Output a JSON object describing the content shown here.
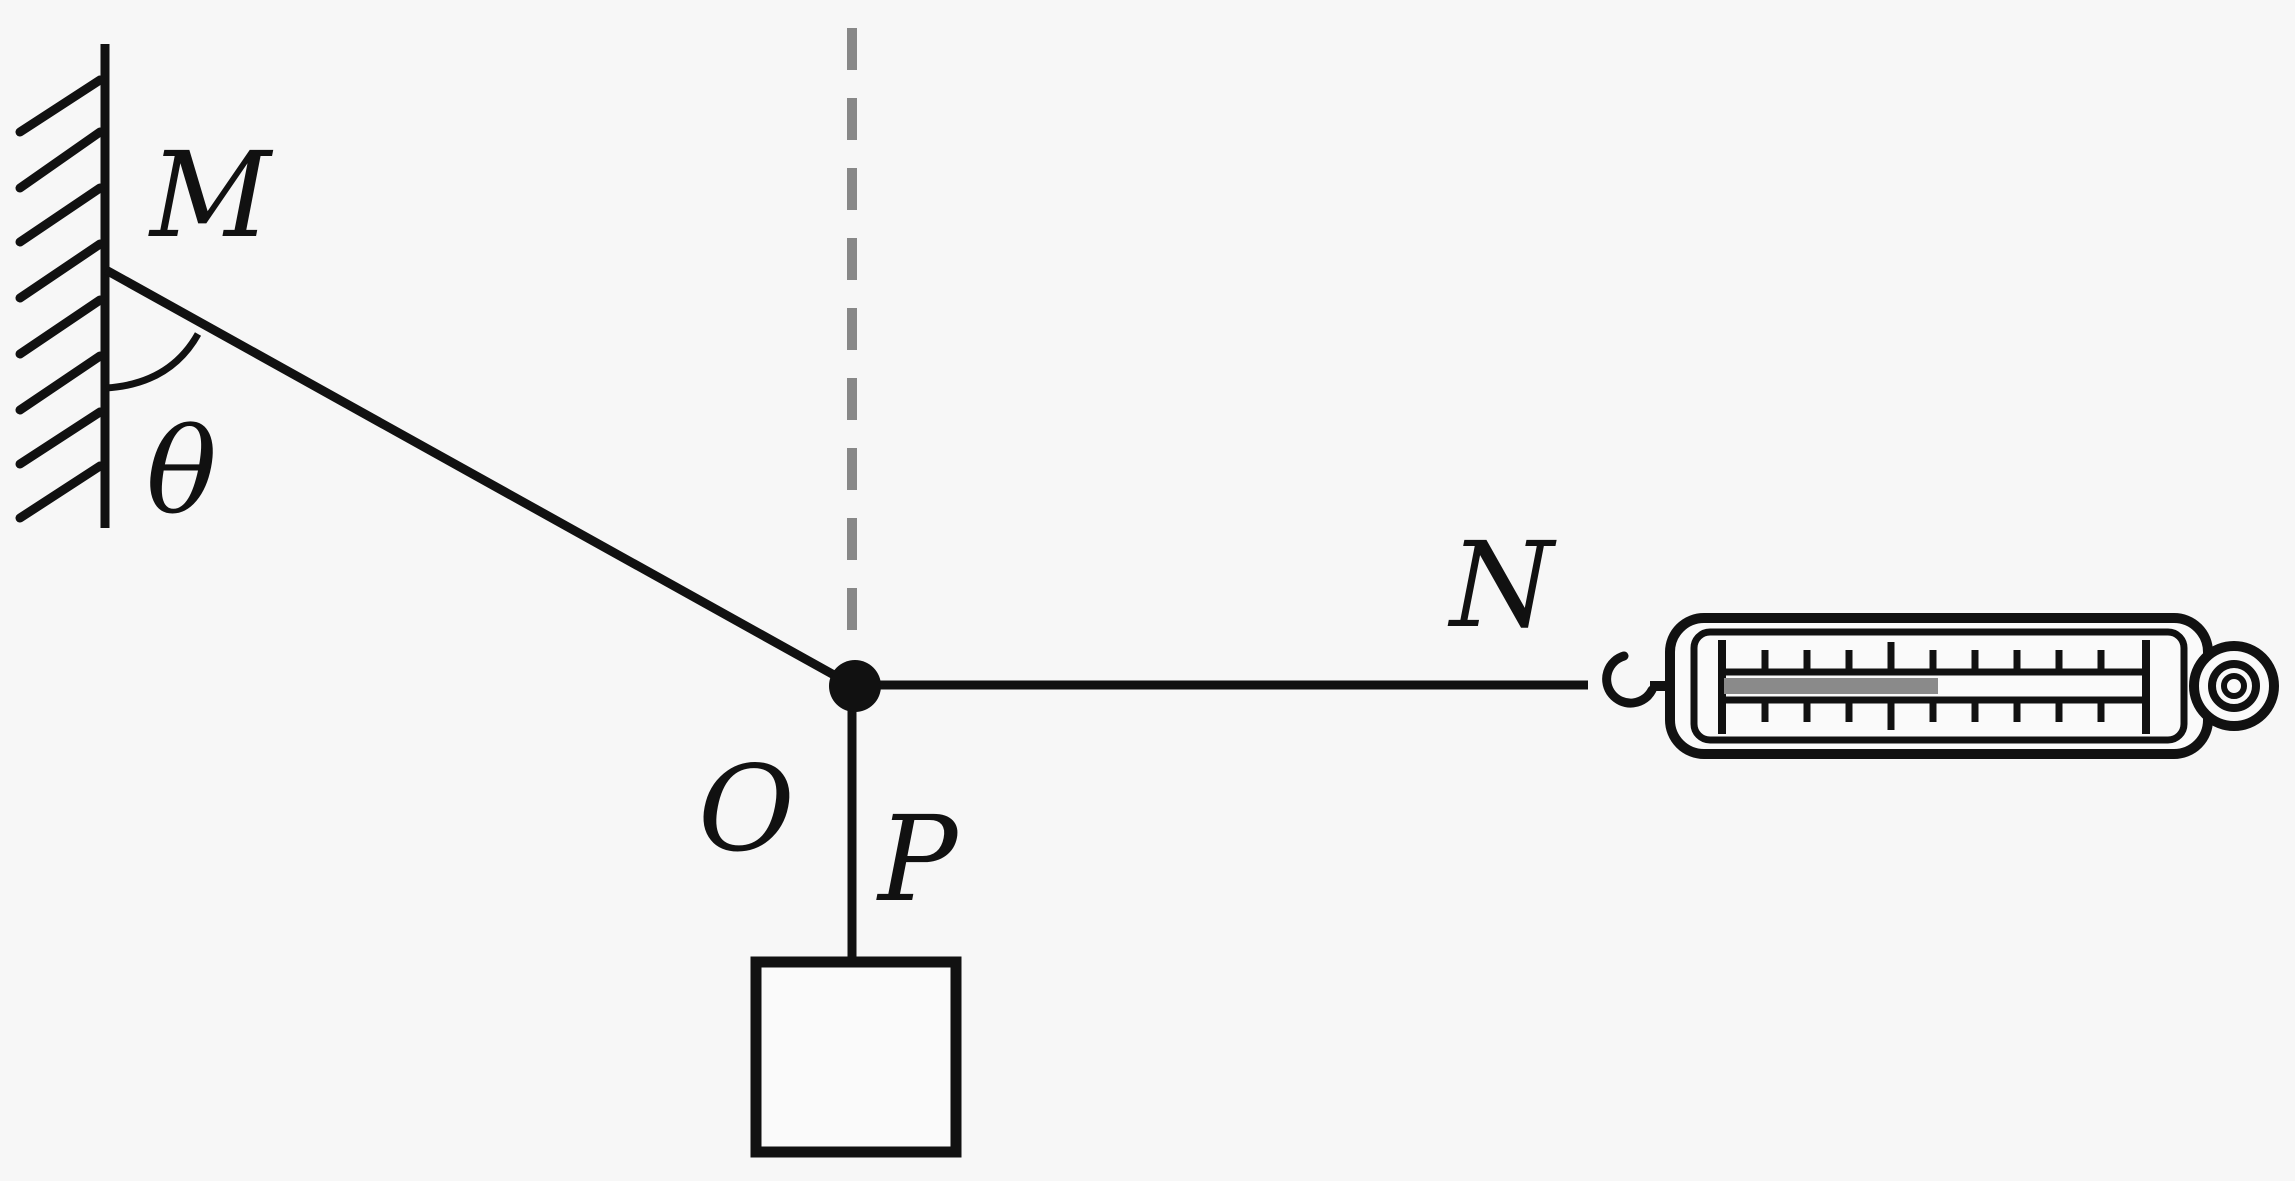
{
  "labels": {
    "wall_point": "M",
    "angle": "θ",
    "junction": "O",
    "block": "P",
    "spring_end": "N"
  },
  "colors": {
    "background": "#f7f7f7",
    "ink": "#111111",
    "dashed_line": "#888888",
    "scale_indicator": "#8a8a8a"
  },
  "icons": {
    "wall": "hatched-wall",
    "scale": "spring-balance",
    "block": "square-block"
  }
}
